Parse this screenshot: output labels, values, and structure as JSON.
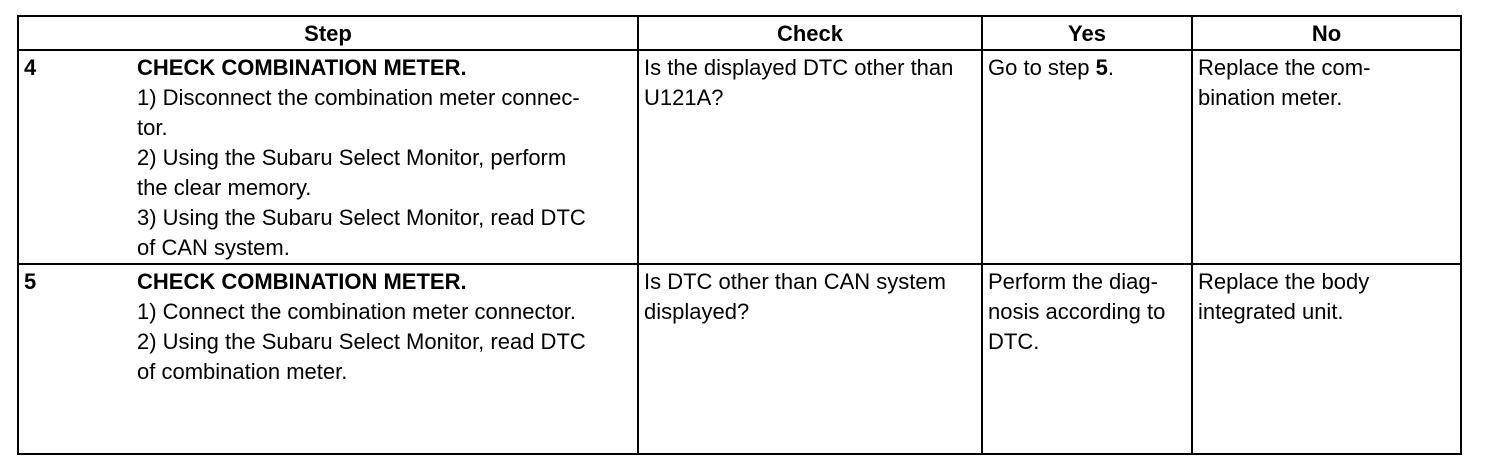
{
  "headers": {
    "step": "Step",
    "check": "Check",
    "yes": "Yes",
    "no": "No"
  },
  "rows": [
    {
      "number": "4",
      "title": "CHECK COMBINATION METER.",
      "lines": [
        "1)   Disconnect the combination meter connec-",
        "tor.",
        "2)   Using the Subaru Select Monitor, perform",
        "the clear memory.",
        "3)   Using the Subaru Select Monitor, read DTC",
        "of CAN system."
      ],
      "check": [
        "Is the displayed DTC other than",
        "U121A?"
      ],
      "yes_prefix": "Go to step ",
      "yes_step": "5",
      "yes_suffix": ".",
      "no": [
        "Replace the com-",
        "bination meter."
      ]
    },
    {
      "number": "5",
      "title": "CHECK COMBINATION METER.",
      "lines": [
        "1)   Connect the combination meter connector.",
        "2)   Using the Subaru Select Monitor, read DTC",
        "of combination meter."
      ],
      "check": [
        "Is DTC other than CAN system",
        "displayed?"
      ],
      "yes": [
        "Perform the diag-",
        "nosis according to",
        "DTC."
      ],
      "no": [
        "Replace the body",
        "integrated unit."
      ]
    }
  ]
}
